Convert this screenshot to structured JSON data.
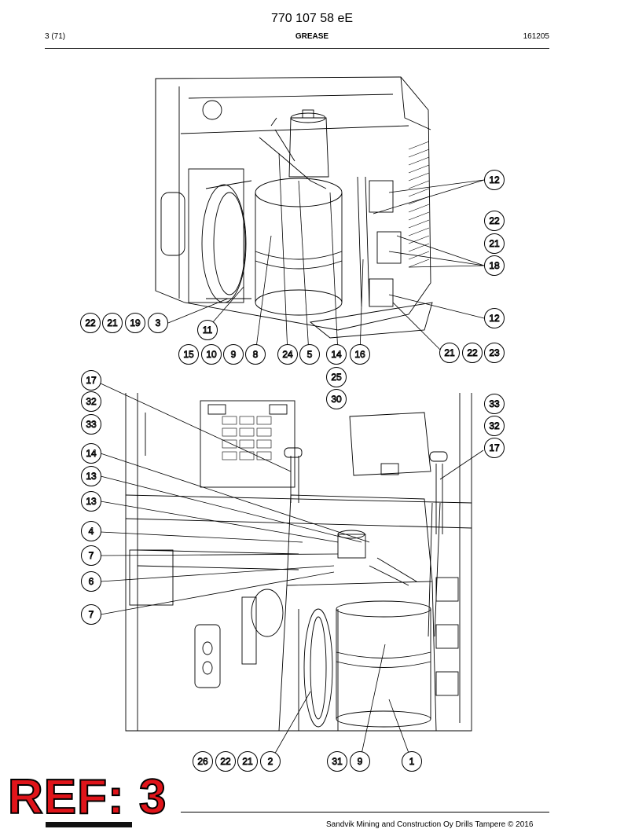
{
  "header": {
    "doc_number": "770 107 58 eE",
    "page": "3 (71)",
    "section": "GREASE",
    "date_code": "161205"
  },
  "footer": {
    "ref_stamp": "REF: 3",
    "copyright": "Sandvik Mining and Construction Oy Drills Tampere © 2016"
  },
  "callouts_top": [
    "12",
    "22",
    "21",
    "18",
    "12",
    "22",
    "21",
    "19",
    "3",
    "11",
    "15",
    "10",
    "9",
    "8",
    "24",
    "5",
    "14",
    "16",
    "25",
    "30",
    "21",
    "22",
    "23"
  ],
  "callouts_bottom": [
    "17",
    "32",
    "33",
    "14",
    "13",
    "13",
    "4",
    "7",
    "6",
    "7",
    "33",
    "32",
    "17",
    "26",
    "22",
    "21",
    "2",
    "31",
    "9",
    "1"
  ],
  "colors": {
    "stamp": "#e0141a",
    "line": "#000000"
  }
}
